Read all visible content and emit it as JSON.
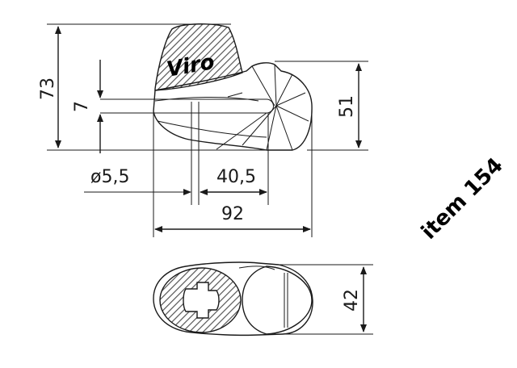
{
  "drawing": {
    "brand": "Viro",
    "item_label": "item 154",
    "dimensions": {
      "total_height": "73",
      "shackle_offset": "7",
      "body_height": "51",
      "shackle_diameter": "ø5,5",
      "shackle_span": "40,5",
      "total_length": "92",
      "body_width": "42"
    },
    "colors": {
      "line": "#1a1a1a",
      "hatch": "#555555",
      "background": "#ffffff"
    }
  }
}
